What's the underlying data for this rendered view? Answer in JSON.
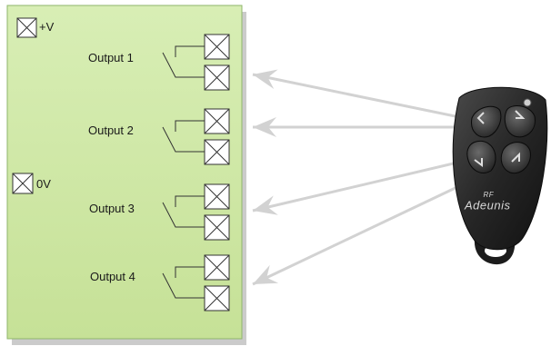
{
  "board": {
    "terminals": {
      "supply_positive_label": "+V",
      "supply_ground_label": "0V"
    },
    "outputs": [
      {
        "label": "Output 1"
      },
      {
        "label": "Output 2"
      },
      {
        "label": "Output 3"
      },
      {
        "label": "Output 4"
      }
    ]
  },
  "remote": {
    "brand_text": "Adeunis",
    "brand_mark": "RF",
    "button_count": 4
  },
  "colors": {
    "board_fill": "#cfe8a6",
    "board_border": "#8fb56b",
    "board_shadow": "#9a9a9a",
    "arrow": "#d0d0d0",
    "remote_body": "#2a2a2a"
  }
}
